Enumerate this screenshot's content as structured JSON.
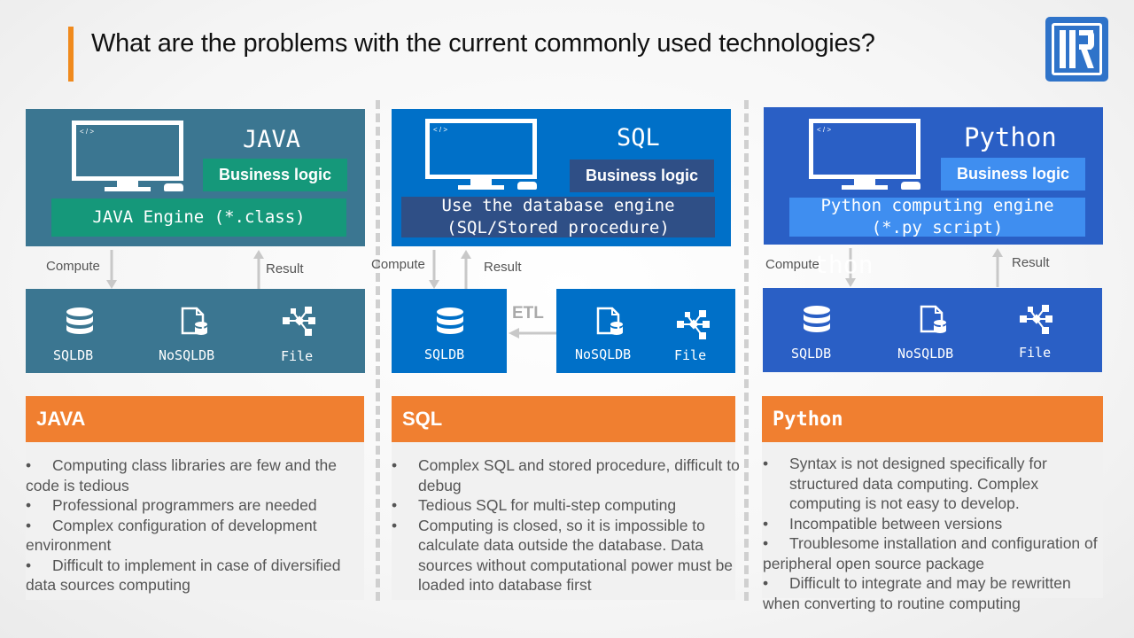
{
  "title": "What are the problems with the current commonly used technologies?",
  "monitor_code": "< / >",
  "labels": {
    "compute": "Compute",
    "result": "Result",
    "etl": "ETL"
  },
  "java": {
    "name": "JAVA",
    "business_logic": "Business logic",
    "engine": "JAVA Engine (*.class)",
    "sources": [
      "SQLDB",
      "NoSQLDB",
      "File"
    ],
    "header": "JAVA",
    "bullets": [
      "Computing class libraries are few and the code is tedious",
      "Professional programmers are needed",
      "Complex configuration of development environment",
      "Difficult to implement in case of diversified data sources computing"
    ]
  },
  "sql": {
    "name": "SQL",
    "business_logic": "Business logic",
    "engine": "Use the database engine\n(SQL/Stored procedure)",
    "sources": [
      "SQLDB",
      "NoSQLDB",
      "File"
    ],
    "header": "SQL",
    "bullets": [
      "Complex SQL and stored procedure, difficult to debug",
      "Tedious SQL for multi-step computing",
      "Computing is closed, so it is impossible to calculate data outside the database. Data sources without computational power must be loaded into database first"
    ]
  },
  "python": {
    "name": "Python",
    "business_logic": "Business logic",
    "engine": "Python computing engine\n(*.py script)",
    "ghost_text": "thon",
    "sources": [
      "SQLDB",
      "NoSQLDB",
      "File"
    ],
    "header": "Python",
    "bullets": [
      "Syntax is not designed specifically for structured data computing. Complex computing is not easy to develop.",
      "Incompatible between versions",
      "Troublesome installation and configuration of peripheral open source package",
      "Difficult to integrate and may be rewritten when converting to routine computing"
    ]
  },
  "colors": {
    "accent": "#f08a1d",
    "java_panel": "#3b7691",
    "java_dark": "#2c6780",
    "java_green": "#15987a",
    "sql_panel": "#0070c8",
    "sql_dark": "#2f4f86",
    "python_panel": "#2a5fc5",
    "python_light": "#3f8ef0",
    "header_orange": "#f07f30"
  }
}
